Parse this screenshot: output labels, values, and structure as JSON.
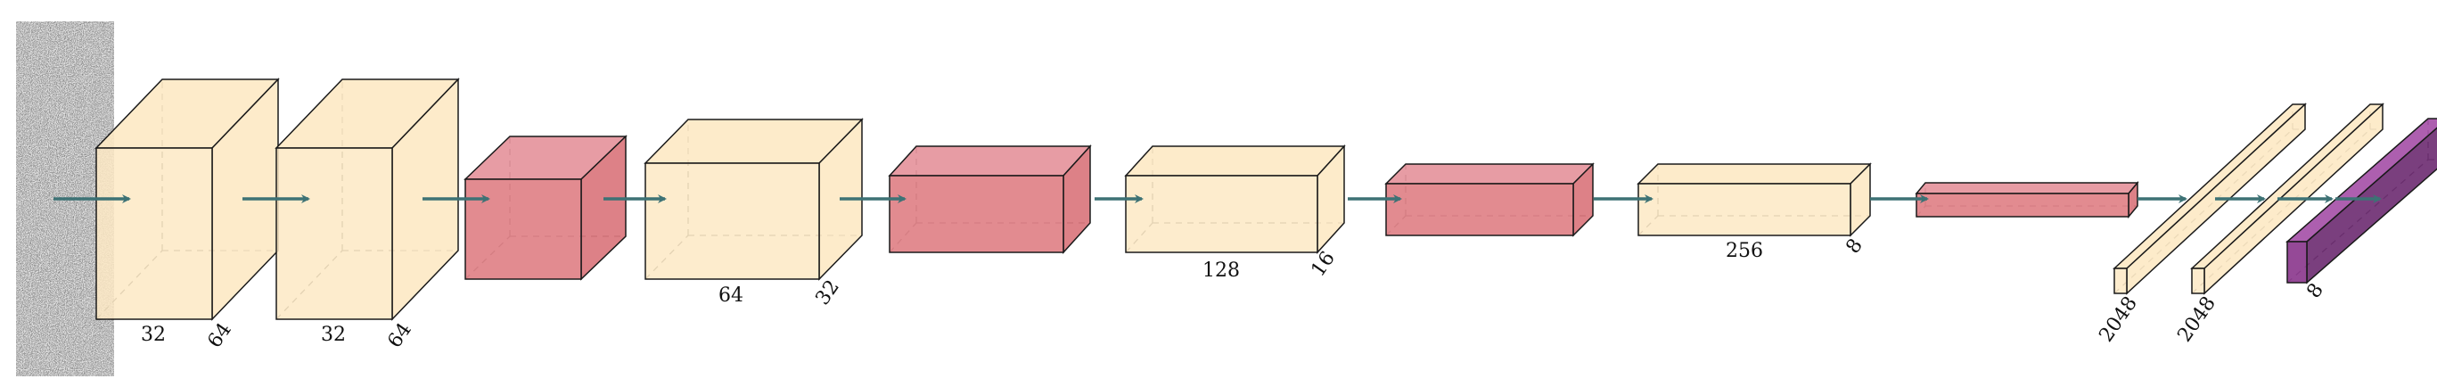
{
  "diagram": {
    "type": "cnn-architecture",
    "colors": {
      "conv_face": "#fde9c4",
      "conv_side": "#fde9c4",
      "conv_top": "#fde9c4",
      "pool_face": "#df8187",
      "pool_side": "#d9737a",
      "pool_top": "#e4919a",
      "output_face": "#8c3a8e",
      "output_side": "#6c2a70",
      "output_top": "#a44ea6",
      "arrow": "#3d7275",
      "edge": "#1a1a1a",
      "hidden_edge": "#555555"
    },
    "input": {
      "kind": "noise-image",
      "icon": "noise-texture"
    },
    "layers": [
      {
        "kind": "conv",
        "labels": [
          "32",
          "64"
        ]
      },
      {
        "kind": "conv",
        "labels": [
          "32",
          "64"
        ]
      },
      {
        "kind": "pool",
        "labels": []
      },
      {
        "kind": "conv",
        "labels": [
          "64",
          "32"
        ]
      },
      {
        "kind": "pool",
        "labels": []
      },
      {
        "kind": "conv",
        "labels": [
          "128",
          "16"
        ]
      },
      {
        "kind": "pool",
        "labels": []
      },
      {
        "kind": "conv",
        "labels": [
          "256",
          "8"
        ]
      },
      {
        "kind": "pool",
        "labels": []
      },
      {
        "kind": "dense",
        "labels": [
          "2048"
        ]
      },
      {
        "kind": "dense",
        "labels": [
          "2048"
        ]
      },
      {
        "kind": "output",
        "labels": [
          "8"
        ]
      }
    ]
  }
}
